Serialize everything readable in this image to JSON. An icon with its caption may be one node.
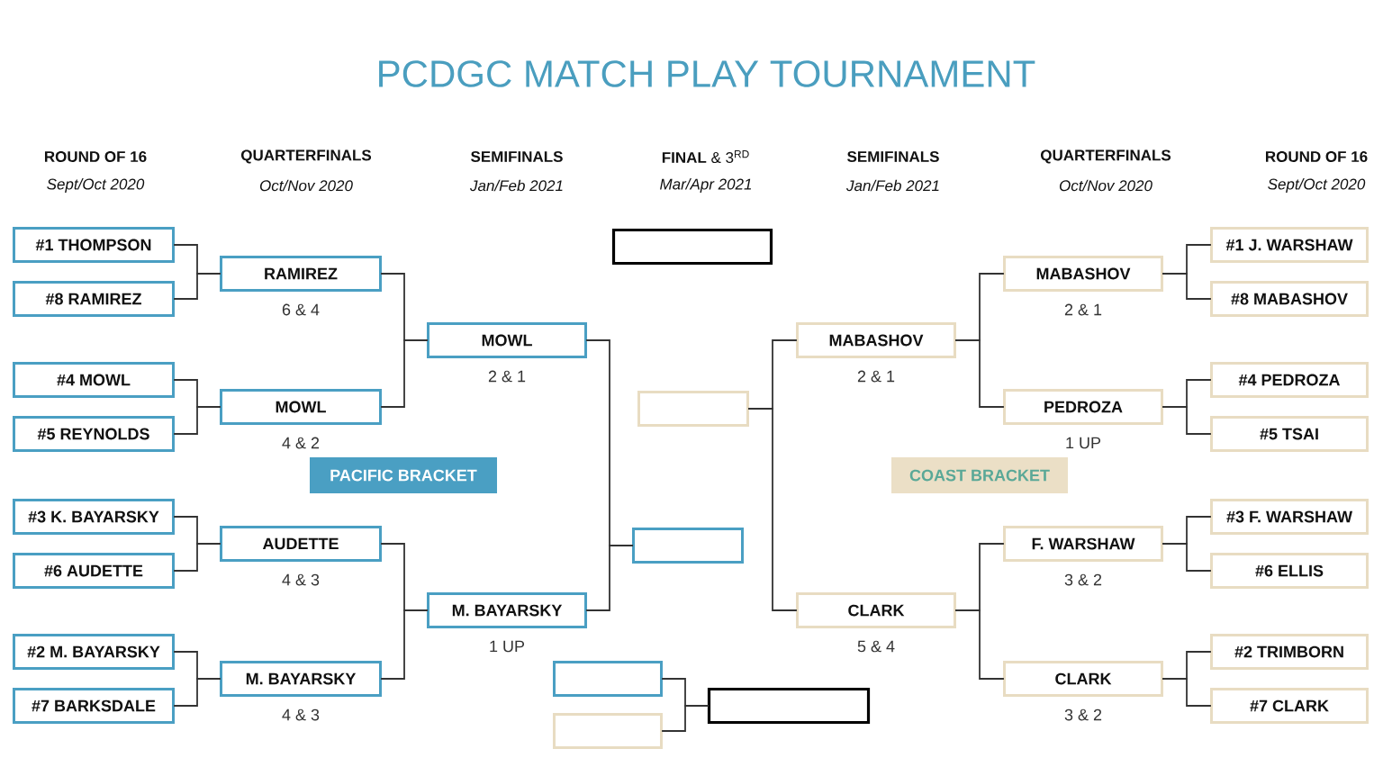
{
  "diagram": {
    "title": "PCDGC MATCH PLAY TOURNAMENT",
    "nodes": [
      {
        "text": [
          "#1 THOMPSON"
        ]
      },
      {
        "text": [
          "#8 RAMIREZ"
        ]
      },
      {
        "text": [
          "#4 MOWL"
        ]
      },
      {
        "text": [
          "#5 REYNOLDS"
        ]
      },
      {
        "text": [
          "#3 K. BAYARSKY"
        ]
      },
      {
        "text": [
          "#6 AUDETTE"
        ]
      },
      {
        "text": [
          "#2 M. BAYARSKY"
        ]
      },
      {
        "text": [
          "#7 BARKSDALE"
        ]
      },
      {
        "text": [
          "RAMIREZ"
        ],
        "beside": [
          "6 & 4"
        ]
      },
      {
        "text": [
          "MOWL"
        ],
        "beside": [
          "4 & 2"
        ]
      },
      {
        "text": [
          "AUDETTE"
        ],
        "beside": [
          "4 & 3"
        ]
      },
      {
        "text": [
          "M. BAYARSKY"
        ],
        "beside": [
          "4 & 3"
        ]
      },
      {
        "text": [
          "MOWL"
        ],
        "beside": [
          "2 & 1"
        ]
      },
      {
        "text": [
          "M. BAYARSKY"
        ],
        "beside": [
          "1 UP"
        ]
      },
      {
        "text": [],
        "shape": "box"
      },
      {
        "text": [],
        "shape": "box"
      },
      {
        "text": [],
        "shape": "box"
      },
      {
        "text": [],
        "shape": "box"
      },
      {
        "text": [],
        "shape": "box"
      },
      {
        "text": [],
        "shape": "box"
      },
      {
        "text": [
          "MABASHOV"
        ],
        "beside": [
          "2 & 1"
        ]
      },
      {
        "text": [
          "CLARK"
        ],
        "beside": [
          "5 & 4"
        ]
      },
      {
        "text": [
          "MABASHOV"
        ],
        "beside": [
          "2 & 1"
        ]
      },
      {
        "text": [
          "PEDROZA"
        ],
        "beside": [
          "1 UP"
        ]
      },
      {
        "text": [
          "F. WARSHAW"
        ],
        "beside": [
          "3 & 2"
        ]
      },
      {
        "text": [
          "CLARK"
        ],
        "beside": [
          "3 & 2"
        ]
      },
      {
        "text": [
          "#1 J. WARSHAW"
        ]
      },
      {
        "text": [
          "#8 MABASHOV"
        ]
      },
      {
        "text": [
          "#4 PEDROZA"
        ]
      },
      {
        "text": [
          "#5 TSAI"
        ]
      },
      {
        "text": [
          "#3 F. WARSHAW"
        ]
      },
      {
        "text": [
          "#6 ELLIS"
        ]
      },
      {
        "text": [
          "#2 TRIMBORN"
        ]
      },
      {
        "text": [
          "#7 CLARK"
        ]
      },
      {
        "text": [
          "PACIFIC BRACKET"
        ]
      },
      {
        "text": [
          "COAST BRACKET"
        ]
      }
    ],
    "edges": [
      {
        "from": 0,
        "to": 8,
        "arrow": "none"
      },
      {
        "from": 1,
        "to": 8,
        "arrow": "none"
      },
      {
        "from": 2,
        "to": 9,
        "arrow": "none"
      },
      {
        "from": 3,
        "to": 9,
        "arrow": "none"
      },
      {
        "from": 4,
        "to": 10,
        "arrow": "none"
      },
      {
        "from": 5,
        "to": 10,
        "arrow": "none"
      },
      {
        "from": 6,
        "to": 11,
        "arrow": "none"
      },
      {
        "from": 7,
        "to": 11,
        "arrow": "none"
      },
      {
        "from": 8,
        "to": 12,
        "arrow": "none"
      },
      {
        "from": 9,
        "to": 12,
        "arrow": "none"
      },
      {
        "from": 10,
        "to": 13,
        "arrow": "none"
      },
      {
        "from": 11,
        "to": 13,
        "arrow": "none"
      },
      {
        "from": 12,
        "to": 15,
        "arrow": "none"
      },
      {
        "from": 13,
        "to": 15,
        "arrow": "none"
      },
      {
        "from": 17,
        "to": 19,
        "arrow": "none"
      },
      {
        "from": 18,
        "to": 19,
        "arrow": "none"
      },
      {
        "from": 20,
        "to": 16,
        "arrow": "none"
      },
      {
        "from": 21,
        "to": 16,
        "arrow": "none"
      },
      {
        "from": 22,
        "to": 20,
        "arrow": "none"
      },
      {
        "from": 23,
        "to": 20,
        "arrow": "none"
      },
      {
        "from": 24,
        "to": 21,
        "arrow": "none"
      },
      {
        "from": 25,
        "to": 21,
        "arrow": "none"
      },
      {
        "from": 26,
        "to": 22,
        "arrow": "none"
      },
      {
        "from": 27,
        "to": 22,
        "arrow": "none"
      },
      {
        "from": 28,
        "to": 23,
        "arrow": "none"
      },
      {
        "from": 29,
        "to": 23,
        "arrow": "none"
      },
      {
        "from": 30,
        "to": 24,
        "arrow": "none"
      },
      {
        "from": 31,
        "to": 24,
        "arrow": "none"
      },
      {
        "from": 32,
        "to": 25,
        "arrow": "none"
      },
      {
        "from": 33,
        "to": 25,
        "arrow": "none"
      }
    ],
    "labels": [
      "ROUND OF 16",
      "QUARTERFINALS",
      "SEMIFINALS",
      "**FINAL** & 3$^{RD}$",
      "SEMIFINALS",
      "QUARTERFINALS",
      "ROUND OF 16",
      "Sept/Oct 2020",
      "Oct/Nov 2020",
      "Jan/Feb 2021",
      "Mar/Apr 2021",
      "Jan/Feb 2021",
      "Oct/Nov 2020",
      "Sept/Oct 2020"
    ]
  }
}
